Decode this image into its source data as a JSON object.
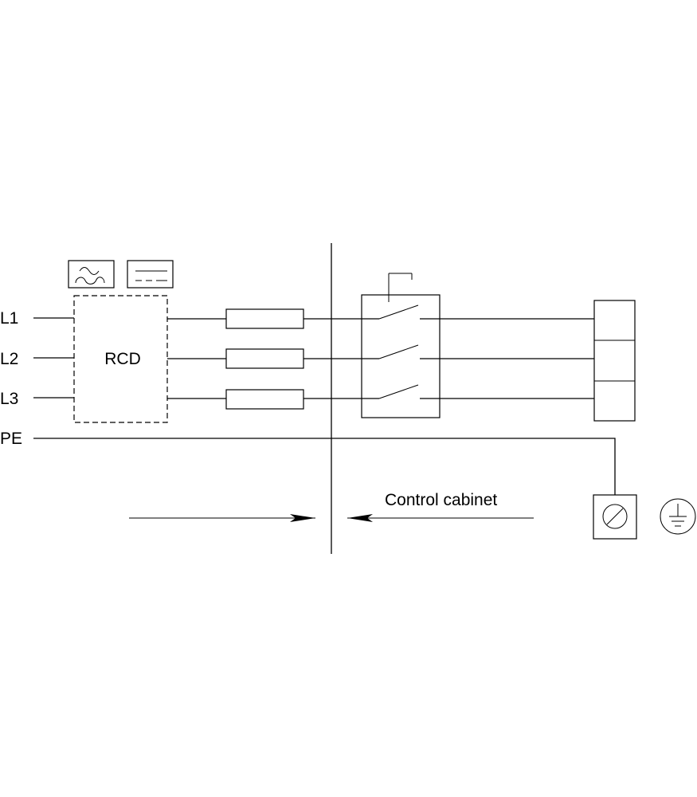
{
  "diagram": {
    "lines": [
      {
        "id": "l1",
        "label": "L1"
      },
      {
        "id": "l2",
        "label": "L2"
      },
      {
        "id": "l3",
        "label": "L3"
      },
      {
        "id": "pe",
        "label": "PE"
      }
    ],
    "rcd_label": "RCD",
    "cabinet_label": "Control cabinet",
    "icons": {
      "ac": "ac-wave-icon",
      "dc": "dc-icon",
      "ground": "ground-icon",
      "terminal": "terminal-screw-icon"
    }
  }
}
